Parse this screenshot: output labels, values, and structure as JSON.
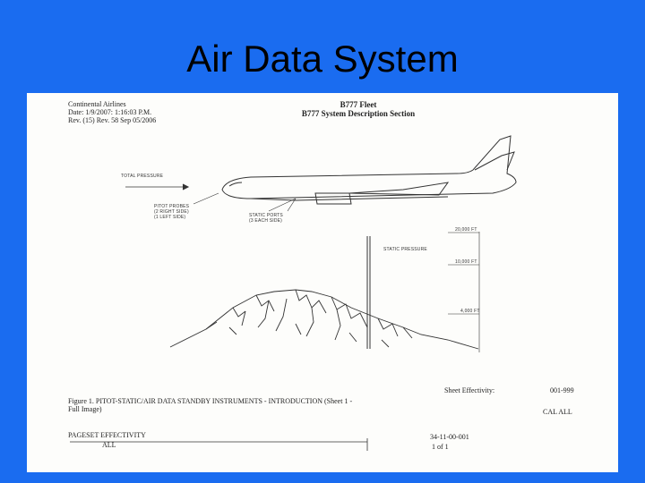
{
  "slide": {
    "title": "Air Data System",
    "background_color": "#1a6cf0"
  },
  "document": {
    "header_left": [
      "Continental Airlines",
      "Date: 1/9/2007: 1:16:03 P.M.",
      "Rev. (15) Rev. 58 Sep 05/2006"
    ],
    "header_center": [
      "B777 Fleet",
      "B777 System Description Section"
    ],
    "labels": {
      "total_pressure": "TOTAL PRESSURE",
      "pitot_probes": [
        "PITOT PROBES",
        "(2 RIGHT SIDE)",
        "(1 LEFT SIDE)"
      ],
      "static_ports": [
        "STATIC PORTS",
        "(3 EACH SIDE)"
      ],
      "static_pressure": "STATIC PRESSURE",
      "alt_20000": "20,000 FT",
      "alt_10000": "10,000 FT",
      "alt_4000": "4,000 FT"
    },
    "figure_caption": [
      "Figure 1. PITOT-STATIC/AIR DATA STANDBY INSTRUMENTS - INTRODUCTION (Sheet 1 -",
      "Full Image)"
    ],
    "sheet_effectivity_label": "Sheet Effectivity:",
    "sheet_effectivity_value": "001-999",
    "cal_all": "CAL ALL",
    "pageset_effectivity": "PAGESET EFFECTIVITY",
    "pageset_value": "ALL",
    "doc_number": "34-11-00-001",
    "page_of": "1 of 1"
  }
}
